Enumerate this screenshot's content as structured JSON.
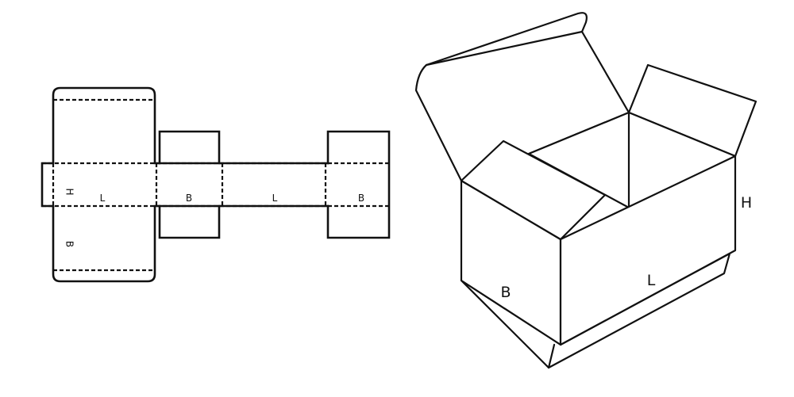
{
  "colors": {
    "line": "#111111",
    "background": "#ffffff"
  },
  "flat_net": {
    "labels": {
      "panel_height": "H",
      "panel_length_1": "L",
      "panel_breadth_1": "B",
      "panel_length_2": "L",
      "panel_breadth_2": "B",
      "flap_breadth": "B"
    }
  },
  "assembled_box": {
    "labels": {
      "height": "H",
      "length": "L",
      "breadth": "B"
    }
  }
}
